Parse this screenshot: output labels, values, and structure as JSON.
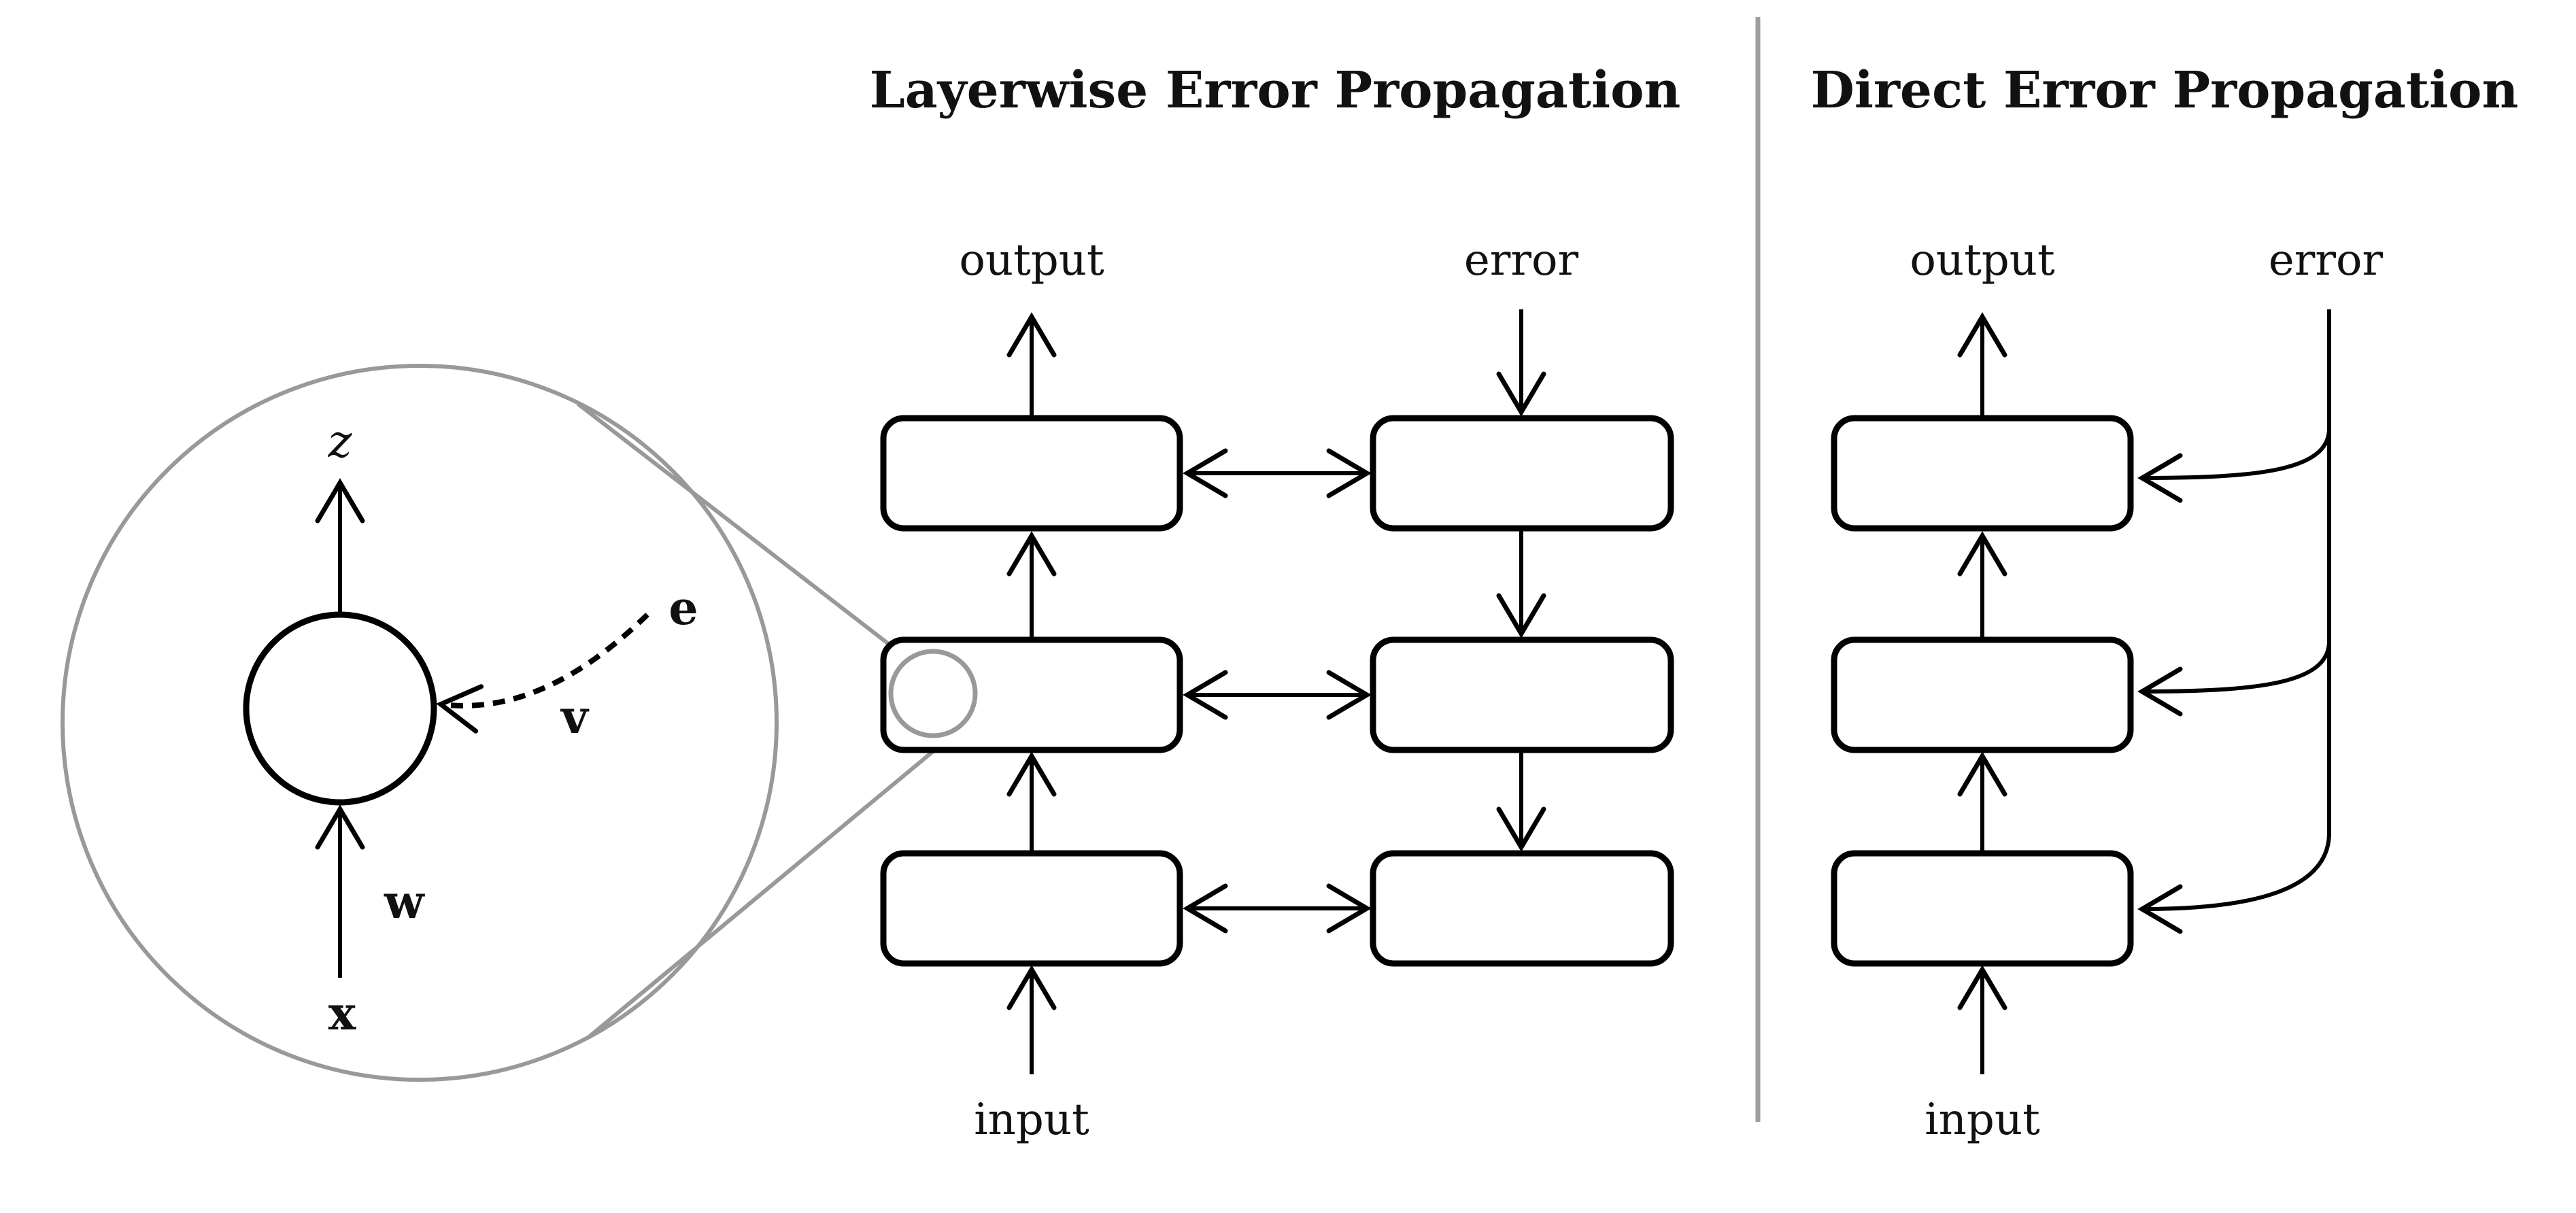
{
  "figure": {
    "type": "diagram",
    "description_visible_panels": 3
  },
  "layerwise_panel": {
    "title": "Layerwise Error Propagation",
    "output_label": "output",
    "error_label": "error",
    "input_label": "input",
    "num_forward_boxes": 3,
    "num_error_boxes": 3
  },
  "direct_panel": {
    "title": "Direct Error Propagation",
    "output_label": "output",
    "error_label": "error",
    "input_label": "input",
    "num_forward_boxes": 3
  },
  "magnifier_inset": {
    "pre_activation_label": "z",
    "input_label": "x",
    "forward_weight_label": "w",
    "feedback_weight_label": "v",
    "error_label": "e"
  },
  "colors": {
    "line_black": "#000000",
    "inset_gray": "#999999",
    "divider_gray": "#9e9e9e",
    "background": "#ffffff"
  }
}
